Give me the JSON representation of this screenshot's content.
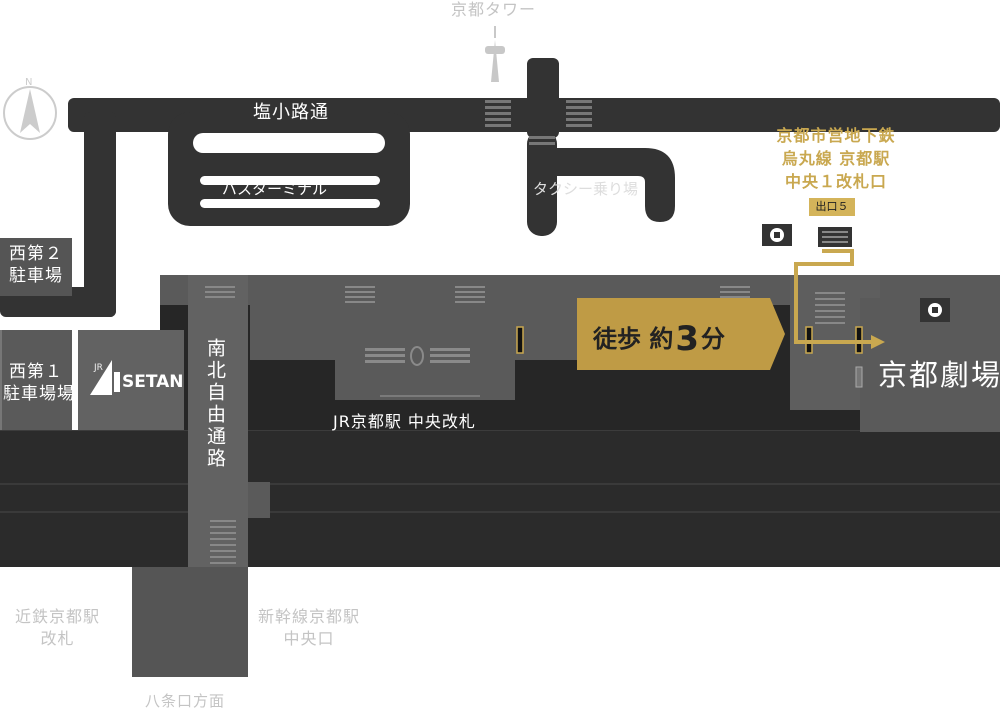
{
  "landmarks": {
    "kyoto_tower": "京都タワー",
    "shiokoji_street": "塩小路通",
    "bus_terminal": "バスターミナル",
    "taxi_stand": "タクシー乗り場",
    "nishi_parking_2": "西第２\n駐車場",
    "nishi_parking_1": "西第１\n駐車場場",
    "isetan_jr": "JR",
    "isetan": "SETAN",
    "south_north_passage": "南北自由通路",
    "jr_central_gate": "JR京都駅 中央改札",
    "kintetsu": "近鉄京都駅\n改札",
    "shinkansen": "新幹線京都駅\n中央口",
    "hachijo": "八条口方面",
    "compass_north": "N"
  },
  "subway": {
    "label": "京都市営地下鉄\n烏丸線 京都駅\n中央１改札口",
    "exit": "出口５"
  },
  "walk": {
    "prefix": "徒歩 約",
    "minutes": "3",
    "suffix": "分"
  },
  "destination": "京都劇場",
  "colors": {
    "road": "#333333",
    "building": "#555555",
    "building_light": "#6b6b6b",
    "platform": "#2b2b2b",
    "gold": "#c9a850",
    "badge": "#bf9b45"
  },
  "icons": [
    "compass-icon",
    "kyoto-tower-icon",
    "elevator-icon",
    "stairs-icon",
    "route-arrow-icon"
  ]
}
